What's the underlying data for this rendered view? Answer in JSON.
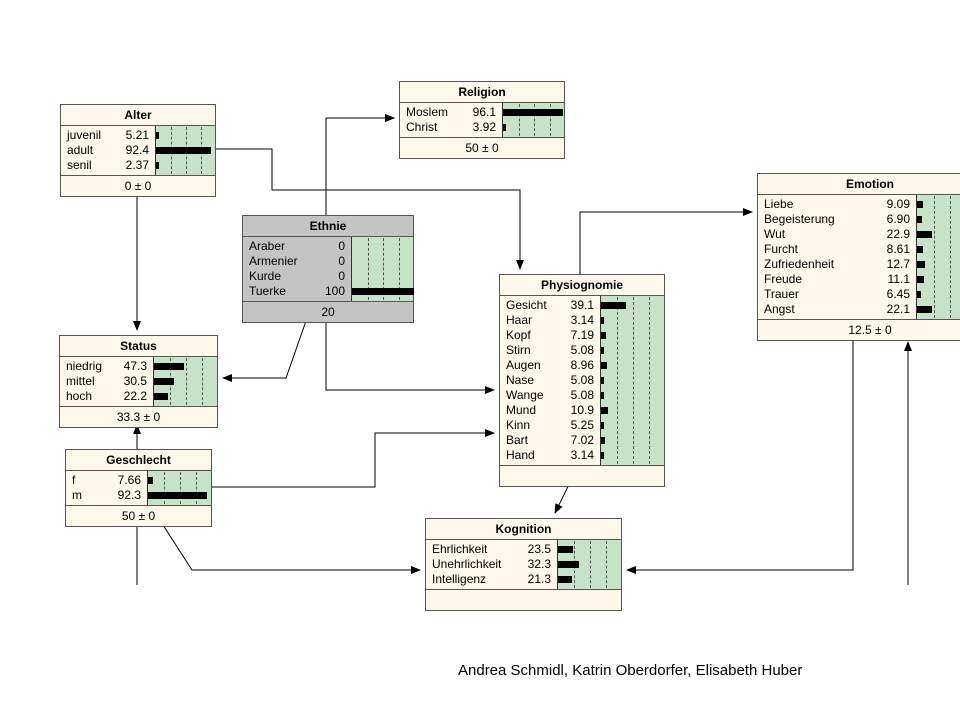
{
  "nodes": [
    {
      "id": "alter",
      "title": "Alter",
      "footer": "0 ± 0",
      "rows": [
        {
          "label": "juvenil",
          "value": "5.21",
          "pct": 5.21
        },
        {
          "label": "adult",
          "value": "92.4",
          "pct": 92.4
        },
        {
          "label": "senil",
          "value": "2.37",
          "pct": 2.37
        }
      ]
    },
    {
      "id": "religion",
      "title": "Religion",
      "footer": "50 ± 0",
      "rows": [
        {
          "label": "Moslem",
          "value": "96.1",
          "pct": 96.1
        },
        {
          "label": "Christ",
          "value": "3.92",
          "pct": 3.92
        }
      ]
    },
    {
      "id": "ethnie",
      "title": "Ethnie",
      "footer": "20",
      "observed": true,
      "rows": [
        {
          "label": "Araber",
          "value": "0",
          "pct": 0
        },
        {
          "label": "Armenier",
          "value": "0",
          "pct": 0
        },
        {
          "label": "Kurde",
          "value": "0",
          "pct": 0
        },
        {
          "label": "Tuerke",
          "value": "100",
          "pct": 100
        }
      ]
    },
    {
      "id": "emotion",
      "title": "Emotion",
      "footer": "12.5 ± 0",
      "rows": [
        {
          "label": "Liebe",
          "value": "9.09",
          "pct": 9.09
        },
        {
          "label": "Begeisterung",
          "value": "6.90",
          "pct": 6.9
        },
        {
          "label": "Wut",
          "value": "22.9",
          "pct": 22.9
        },
        {
          "label": "Furcht",
          "value": "8.61",
          "pct": 8.61
        },
        {
          "label": "Zufriedenheit",
          "value": "12.7",
          "pct": 12.7
        },
        {
          "label": "Freude",
          "value": "11.1",
          "pct": 11.1
        },
        {
          "label": "Trauer",
          "value": "6.45",
          "pct": 6.45
        },
        {
          "label": "Angst",
          "value": "22.1",
          "pct": 22.1
        }
      ]
    },
    {
      "id": "physiognomie",
      "title": "Physiognomie",
      "footer": "",
      "rows": [
        {
          "label": "Gesicht",
          "value": "39.1",
          "pct": 39.1
        },
        {
          "label": "Haar",
          "value": "3.14",
          "pct": 3.14
        },
        {
          "label": "Kopf",
          "value": "7.19",
          "pct": 7.19
        },
        {
          "label": "Stirn",
          "value": "5.08",
          "pct": 5.08
        },
        {
          "label": "Augen",
          "value": "8.96",
          "pct": 8.96
        },
        {
          "label": "Nase",
          "value": "5.08",
          "pct": 5.08
        },
        {
          "label": "Wange",
          "value": "5.08",
          "pct": 5.08
        },
        {
          "label": "Mund",
          "value": "10.9",
          "pct": 10.9
        },
        {
          "label": "Kinn",
          "value": "5.25",
          "pct": 5.25
        },
        {
          "label": "Bart",
          "value": "7.02",
          "pct": 7.02
        },
        {
          "label": "Hand",
          "value": "3.14",
          "pct": 3.14
        }
      ]
    },
    {
      "id": "status",
      "title": "Status",
      "footer": "33.3 ± 0",
      "rows": [
        {
          "label": "niedrig",
          "value": "47.3",
          "pct": 47.3
        },
        {
          "label": "mittel",
          "value": "30.5",
          "pct": 30.5
        },
        {
          "label": "hoch",
          "value": "22.2",
          "pct": 22.2
        }
      ]
    },
    {
      "id": "geschlecht",
      "title": "Geschlecht",
      "footer": "50 ± 0",
      "rows": [
        {
          "label": "f",
          "value": "7.66",
          "pct": 7.66
        },
        {
          "label": "m",
          "value": "92.3",
          "pct": 92.3
        }
      ]
    },
    {
      "id": "kognition",
      "title": "Kognition",
      "footer": "",
      "rows": [
        {
          "label": "Ehrlichkeit",
          "value": "23.5",
          "pct": 23.5
        },
        {
          "label": "Unehrlichkeit",
          "value": "32.3",
          "pct": 32.3
        },
        {
          "label": "Intelligenz",
          "value": "21.3",
          "pct": 21.3
        }
      ]
    }
  ],
  "edges": [
    {
      "from": "alter",
      "to": "religion"
    },
    {
      "from": "alter",
      "to": "physiognomie"
    },
    {
      "from": "alter",
      "to": "status"
    },
    {
      "from": "ethnie",
      "to": "religion"
    },
    {
      "from": "ethnie",
      "to": "status"
    },
    {
      "from": "ethnie",
      "to": "physiognomie"
    },
    {
      "from": "physiognomie",
      "to": "emotion"
    },
    {
      "from": "physiognomie",
      "to": "kognition"
    },
    {
      "from": "geschlecht",
      "to": "status"
    },
    {
      "from": "geschlecht",
      "to": "physiognomie"
    },
    {
      "from": "geschlecht",
      "to": "kognition"
    },
    {
      "from": "emotion",
      "to": "kognition"
    }
  ],
  "credit": "Andrea Schmidl, Katrin Oberdorfer, Elisabeth Huber",
  "colors": {
    "node_bg": "#fdf8ea",
    "observed_bg": "#c4c4c4",
    "bar_area": "#c7e3c7",
    "bar": "#000000"
  }
}
